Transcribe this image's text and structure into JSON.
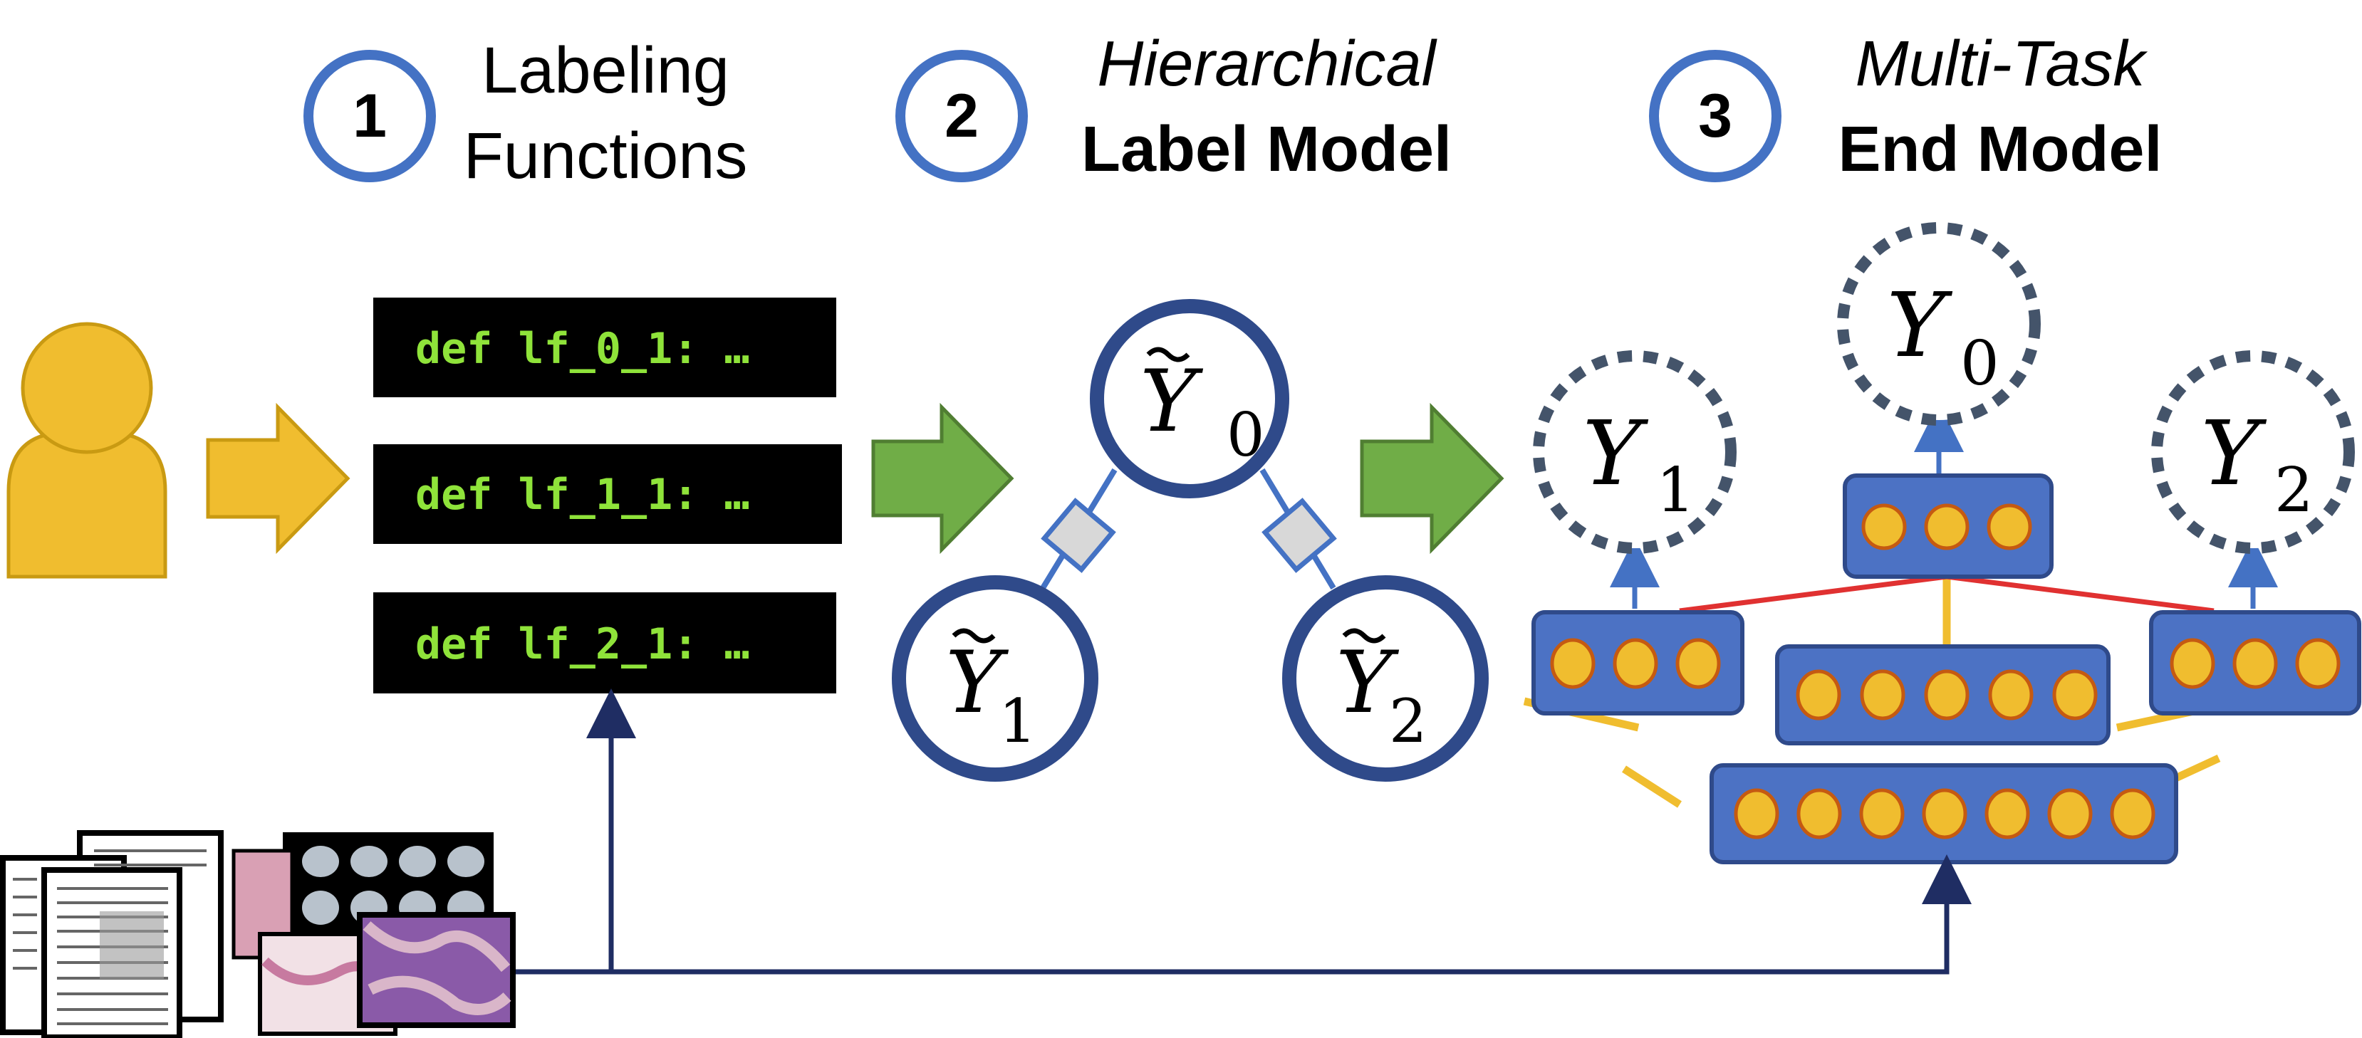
{
  "steps": [
    {
      "number": "1",
      "line1": "Labeling",
      "line2": "Functions"
    },
    {
      "number": "2",
      "line1": "Hierarchical",
      "line2": "Label Model"
    },
    {
      "number": "3",
      "line1": "Multi-Task",
      "line2": "End Model"
    }
  ],
  "labeling_functions": [
    "def lf_0_1: …",
    "def lf_1_1: …",
    "def lf_2_1: …"
  ],
  "label_model": {
    "nodes": [
      {
        "base": "Y",
        "sub": "0"
      },
      {
        "base": "Y",
        "sub": "1"
      },
      {
        "base": "Y",
        "sub": "2"
      }
    ]
  },
  "end_model": {
    "outputs": [
      {
        "base": "Y",
        "sub": "0"
      },
      {
        "base": "Y",
        "sub": "1"
      },
      {
        "base": "Y",
        "sub": "2"
      }
    ]
  },
  "colors": {
    "badge_ring": "#4472c4",
    "person": "#f0bd2f",
    "arrow_yellow": "#f0bd2f",
    "arrow_green": "#70ad47",
    "code_bg": "#000000",
    "code_text": "#8fe33a",
    "node_ring": "#2f4a8a",
    "layer_fill": "#4c72c4",
    "unit_fill": "#f0bd2f",
    "unit_edge": "#c55a11",
    "red_link": "#e03131",
    "yellow_link": "#f0bd2f",
    "data_arrow": "#1f2d63"
  }
}
